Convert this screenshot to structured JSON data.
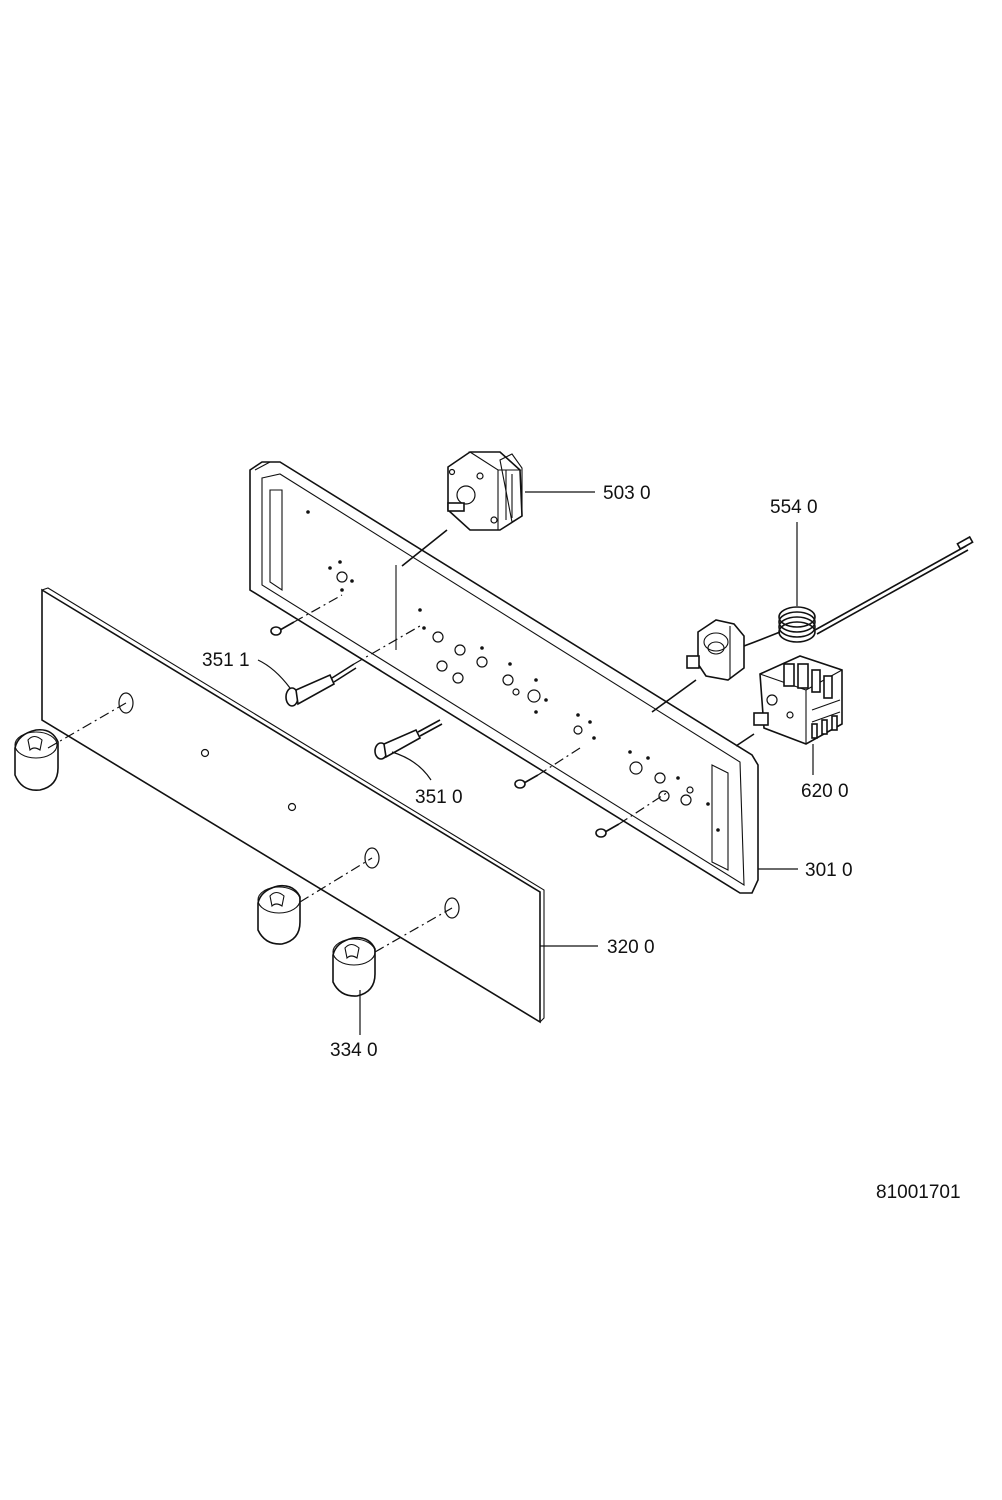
{
  "parts": {
    "p5030": "503 0",
    "p5540": "554 0",
    "p3511": "351 1",
    "p3510": "351 0",
    "p6200": "620 0",
    "p3010": "301 0",
    "p3200": "320 0",
    "p3340": "334 0"
  },
  "drawing_number": "81001701"
}
